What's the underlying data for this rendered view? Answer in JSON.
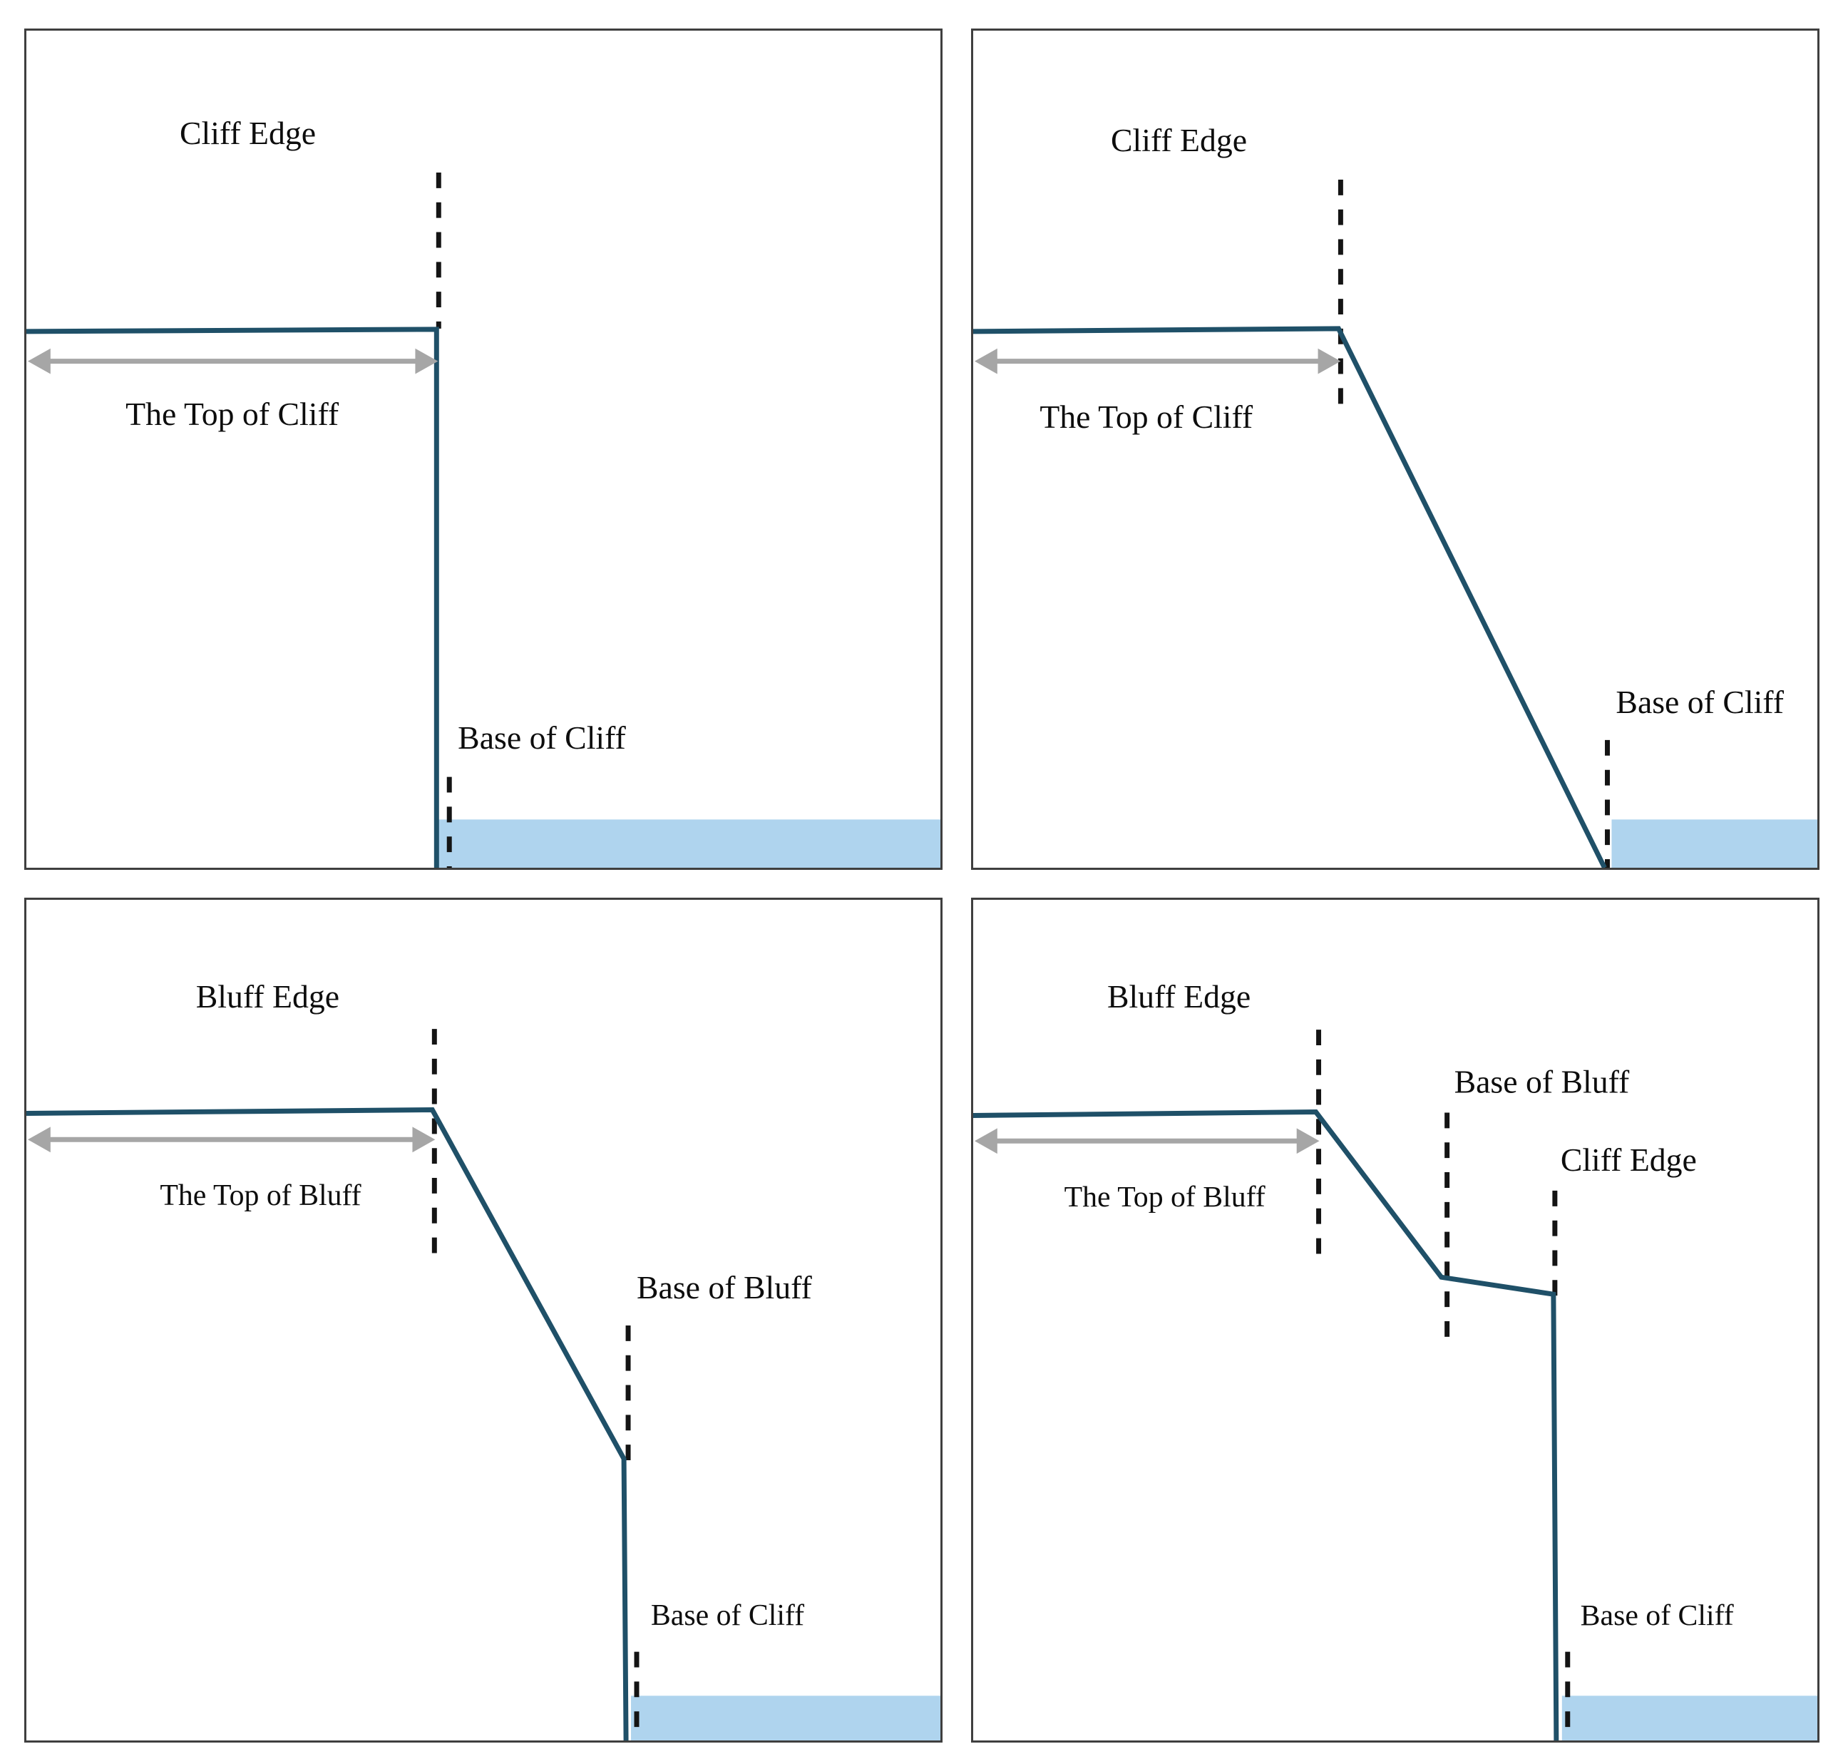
{
  "figure": {
    "type": "diagram",
    "subject": "Coastal cliff and bluff profile definitions",
    "panel_count": 4,
    "colors": {
      "terrain_line": "#1F5068",
      "water_fill": "#AFD4EE",
      "dimension_arrow": "#A6A6A6",
      "guide_dash": "#141414",
      "panel_border": "#3F3F3F",
      "background": "#FFFFFF"
    }
  },
  "panels": [
    {
      "id": "panel-a",
      "position": "top-left",
      "profile_type": "vertical-cliff",
      "labels": {
        "edge": "Cliff Edge",
        "top_extent": "The Top of Cliff",
        "base": "Base of Cliff"
      },
      "features": [
        "cliff-edge-guide",
        "top-of-cliff-dimension-arrow",
        "base-of-cliff-guide",
        "water-band"
      ]
    },
    {
      "id": "panel-b",
      "position": "top-right",
      "profile_type": "sloping-cliff",
      "labels": {
        "edge": "Cliff Edge",
        "top_extent": "The Top of Cliff",
        "base": "Base of Cliff"
      },
      "features": [
        "cliff-edge-guide",
        "top-of-cliff-dimension-arrow",
        "base-of-cliff-guide",
        "water-band"
      ]
    },
    {
      "id": "panel-c",
      "position": "bottom-left",
      "profile_type": "bluff-over-cliff",
      "labels": {
        "edge": "Bluff Edge",
        "top_extent": "The Top of Bluff",
        "base_of_bluff": "Base of Bluff",
        "base_of_cliff": "Base of Cliff"
      },
      "features": [
        "bluff-edge-guide",
        "top-of-bluff-dimension-arrow",
        "base-of-bluff-guide",
        "base-of-cliff-guide",
        "water-band"
      ]
    },
    {
      "id": "panel-d",
      "position": "bottom-right",
      "profile_type": "bluff-bench-cliff",
      "labels": {
        "edge": "Bluff Edge",
        "top_extent": "The Top of Bluff",
        "base_of_bluff": "Base of Bluff",
        "cliff_edge": "Cliff Edge",
        "base_of_cliff": "Base of Cliff"
      },
      "features": [
        "bluff-edge-guide",
        "top-of-bluff-dimension-arrow",
        "base-of-bluff-guide",
        "cliff-edge-guide",
        "base-of-cliff-guide",
        "water-band"
      ]
    }
  ]
}
